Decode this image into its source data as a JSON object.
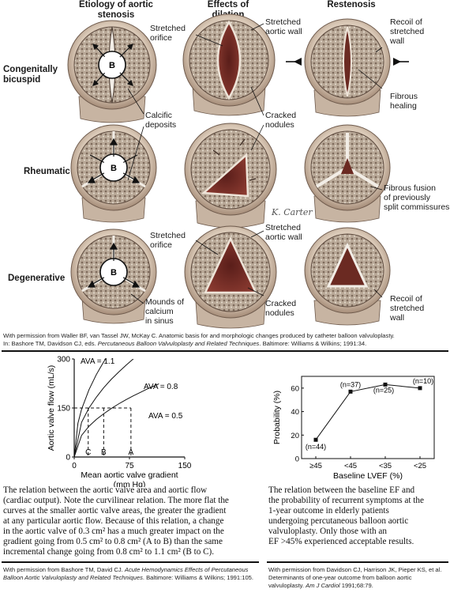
{
  "illustration": {
    "column_headers": [
      {
        "line1": "Etiology of aortic",
        "line2": "stenosis"
      },
      {
        "line1": "Effects of",
        "line2": "dilation"
      },
      {
        "line1": "Restenosis",
        "line2": ""
      }
    ],
    "row_headers": [
      {
        "line1": "Congenitally",
        "line2": "bicuspid"
      },
      {
        "line1": "Rheumatic",
        "line2": ""
      },
      {
        "line1": "Degenerative",
        "line2": ""
      }
    ],
    "balloon_label": "B",
    "signature": "K. Carter",
    "annotations": {
      "stretched_orifice_1": [
        "Stretched",
        "orifice"
      ],
      "stretched_aortic_wall_1": [
        "Stretched",
        "aortic wall"
      ],
      "recoil_1": [
        "Recoil of",
        "stretched",
        "wall"
      ],
      "fibrous_healing": [
        "Fibrous",
        "healing"
      ],
      "calcific_deposits": [
        "Calcific",
        "deposits"
      ],
      "cracked_nodules_1": [
        "Cracked",
        "nodules"
      ],
      "fibrous_fusion": [
        "Fibrous fusion",
        "of previously",
        "split commissures"
      ],
      "stretched_orifice_2": [
        "Stretched",
        "orifice"
      ],
      "stretched_aortic_wall_2": [
        "Stretched",
        "aortic wall"
      ],
      "mounds": [
        "Mounds of",
        "calcium",
        "in sinus"
      ],
      "cracked_nodules_2": [
        "Cracked",
        "nodules"
      ],
      "recoil_2": [
        "Recoil of",
        "stretched",
        "wall"
      ]
    },
    "caption": {
      "line1": "With permission from Waller BF, van Tassel JW, McKay C. Anatomic basis for and morphologic changes produced by catheter balloon valvuloplasty.",
      "line2_prefix": "In: Bashore TM, Davidson CJ, eds. ",
      "line2_italic": "Percutaneous Balloon Valvuloplasty and Related Techniques",
      "line2_suffix": ". Baltimore: Williams & Wilkins; 1991:34."
    }
  },
  "chart_data": [
    {
      "type": "line",
      "xlabel": "Mean aortic valve gradient",
      "xlabel_unit": "(mm Hg)",
      "ylabel": "Aortic valve flow (mL/s)",
      "xlim": [
        0,
        150
      ],
      "ylim": [
        0,
        300
      ],
      "x_ticks": [
        "0",
        "75",
        "150"
      ],
      "y_ticks": [
        "0",
        "150",
        "300"
      ],
      "grid": false,
      "series": [
        {
          "name": "AVA = 1.1",
          "x": [
            0,
            5,
            10,
            20,
            30,
            40,
            50
          ],
          "y": [
            0,
            103,
            146,
            206,
            252,
            291,
            326
          ]
        },
        {
          "name": "AVA = 0.8",
          "x": [
            0,
            10,
            20,
            30,
            40,
            50,
            60,
            70,
            80,
            90
          ],
          "y": [
            0,
            106,
            150,
            183,
            212,
            237,
            259,
            280,
            300,
            318
          ]
        },
        {
          "name": "AVA = 0.5",
          "x": [
            0,
            10,
            20,
            30,
            40,
            50,
            60,
            70,
            80,
            90,
            100,
            110,
            115
          ],
          "y": [
            0,
            66,
            94,
            115,
            132,
            148,
            162,
            175,
            187,
            198,
            209,
            219,
            224
          ]
        }
      ],
      "reference_lines": {
        "y": 150,
        "x_points": [
          {
            "label": "C",
            "x": 19
          },
          {
            "label": "B",
            "x": 40
          },
          {
            "label": "A",
            "x": 77
          }
        ]
      }
    },
    {
      "type": "line",
      "xlabel": "Baseline LVEF (%)",
      "ylabel": "Probability (%)",
      "ylim": [
        0,
        70
      ],
      "y_ticks": [
        "0",
        "20",
        "40",
        "60"
      ],
      "categories": [
        "≥45",
        "<45",
        "<35",
        "<25"
      ],
      "grid": false,
      "series": [
        {
          "values": [
            16,
            57,
            63,
            60
          ],
          "n_labels": [
            "(n=44)",
            "(n=37)",
            "(n=25)",
            "(n=10)"
          ]
        }
      ]
    }
  ],
  "text_left": [
    "The relation between the aortic valve area and aortic flow",
    "(cardiac output). Note the curvilinear relation. The more flat the",
    "curves at the smaller aortic valve areas, the greater the gradient",
    "at any particular aortic flow. Because of this relation, a change",
    "in the aortic valve of 0.3 cm² has a much greater impact on the",
    "gradient going from 0.5 cm² to 0.8 cm² (A to B) than the same",
    "incremental change going from 0.8 cm² to 1.1 cm² (B to C)."
  ],
  "text_right": [
    "The relation between the baseline EF and",
    "the probability of recurrent symptoms at the",
    "1-year outcome in elderly patients",
    "undergoing percutaneous balloon aortic",
    "valvuloplasty. Only those with an",
    "EF >45% experienced acceptable results."
  ],
  "caption_left": {
    "prefix": "With permission from Bashore TM, David CJ. ",
    "italic": "Acute Hemodynamics Effects of Percutaneous Balloon Aortic Valvuloplasty and Related Techniques",
    "suffix": ". Baltimore: Williams & Wilkins; 1991:105."
  },
  "caption_right": {
    "prefix": "With permission from Davidson CJ, Harrison JK, Pieper KS, et al. Determinants of one-year outcome from balloon aortic valvuloplasty. ",
    "italic": "Am J Cardiol",
    "suffix": " 1991;68:79."
  }
}
